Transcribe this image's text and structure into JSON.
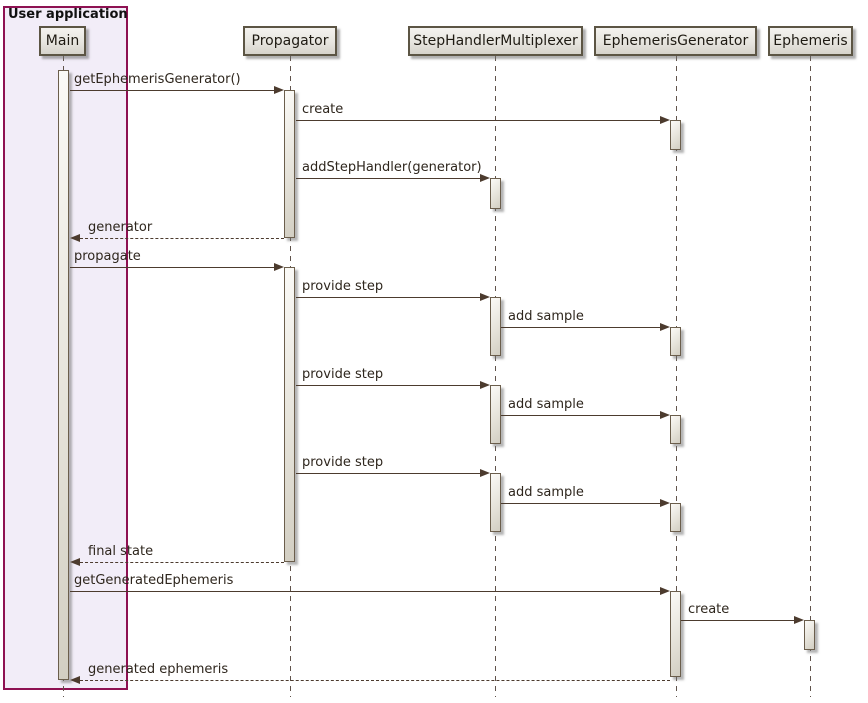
{
  "frame": {
    "title": "User application"
  },
  "participants": [
    {
      "label": "Main"
    },
    {
      "label": "Propagator"
    },
    {
      "label": "StepHandlerMultiplexer"
    },
    {
      "label": "EphemerisGenerator"
    },
    {
      "label": "Ephemeris"
    }
  ],
  "messages": [
    {
      "label": "getEphemerisGenerator()",
      "from": "Main",
      "to": "Propagator",
      "type": "call"
    },
    {
      "label": "create",
      "from": "Propagator",
      "to": "EphemerisGenerator",
      "type": "call"
    },
    {
      "label": "addStepHandler(generator)",
      "from": "Propagator",
      "to": "StepHandlerMultiplexer",
      "type": "call"
    },
    {
      "label": "generator",
      "from": "Propagator",
      "to": "Main",
      "type": "return"
    },
    {
      "label": "propagate",
      "from": "Main",
      "to": "Propagator",
      "type": "call"
    },
    {
      "label": "provide step",
      "from": "Propagator",
      "to": "StepHandlerMultiplexer",
      "type": "call"
    },
    {
      "label": "add sample",
      "from": "StepHandlerMultiplexer",
      "to": "EphemerisGenerator",
      "type": "call"
    },
    {
      "label": "provide step",
      "from": "Propagator",
      "to": "StepHandlerMultiplexer",
      "type": "call"
    },
    {
      "label": "add sample",
      "from": "StepHandlerMultiplexer",
      "to": "EphemerisGenerator",
      "type": "call"
    },
    {
      "label": "provide step",
      "from": "Propagator",
      "to": "StepHandlerMultiplexer",
      "type": "call"
    },
    {
      "label": "add sample",
      "from": "StepHandlerMultiplexer",
      "to": "EphemerisGenerator",
      "type": "call"
    },
    {
      "label": "final state",
      "from": "Propagator",
      "to": "Main",
      "type": "return"
    },
    {
      "label": "getGeneratedEphemeris",
      "from": "Main",
      "to": "EphemerisGenerator",
      "type": "call"
    },
    {
      "label": "create",
      "from": "EphemerisGenerator",
      "to": "Ephemeris",
      "type": "call"
    },
    {
      "label": "generated ephemeris",
      "from": "EphemerisGenerator",
      "to": "Main",
      "type": "return"
    }
  ],
  "colors": {
    "frame_border": "#8E1152",
    "frame_fill": "#F2EDF8",
    "arrow": "#4C3B2E",
    "participant_fill": "#E7E5DF",
    "participant_border": "#5C5544",
    "activation_fill": "#E6E3DA"
  }
}
